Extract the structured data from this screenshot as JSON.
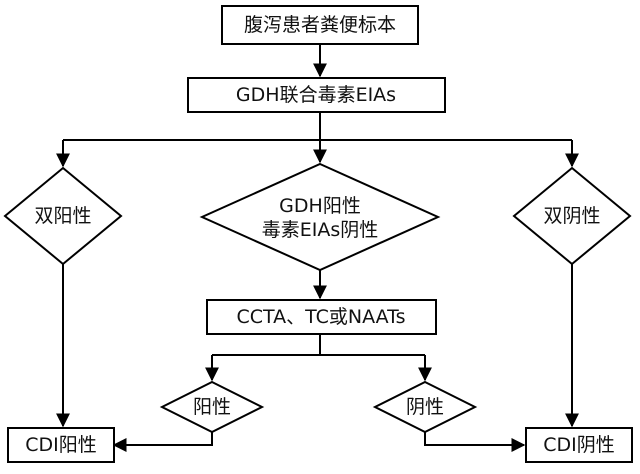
{
  "nodes": {
    "start": "腹泻患者粪便标本",
    "step1": "GDH联合毒素EIAs",
    "left_decision": "双阳性",
    "center_decision_line1": "GDH阳性",
    "center_decision_line2": "毒素EIAs阴性",
    "right_decision": "双阴性",
    "step2": "CCTA、TC或NAATs",
    "pos_decision": "阳性",
    "neg_decision": "阴性",
    "result_positive": "CDI阳性",
    "result_negative": "CDI阴性"
  },
  "colors": {
    "stroke": "#000000",
    "fill": "#ffffff",
    "text": "#111111"
  }
}
